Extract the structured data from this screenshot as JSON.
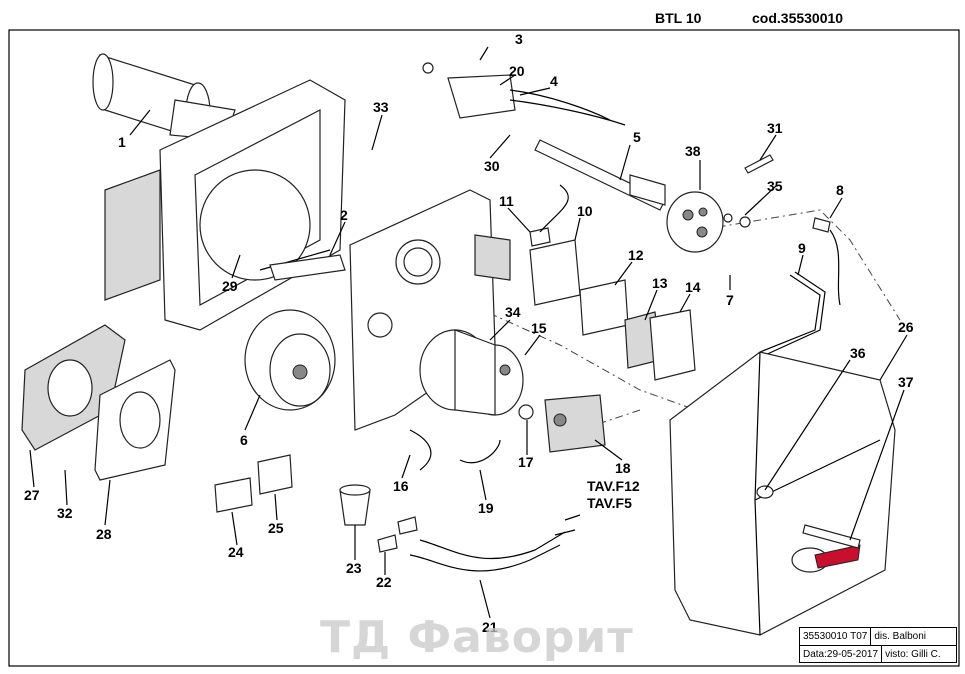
{
  "header": {
    "model": "BTL 10",
    "code": "cod.35530010"
  },
  "callouts": [
    {
      "id": "c1",
      "label": "1"
    },
    {
      "id": "c2",
      "label": "2"
    },
    {
      "id": "c3",
      "label": "3"
    },
    {
      "id": "c4",
      "label": "4"
    },
    {
      "id": "c5",
      "label": "5"
    },
    {
      "id": "c6",
      "label": "6"
    },
    {
      "id": "c7",
      "label": "7"
    },
    {
      "id": "c8",
      "label": "8"
    },
    {
      "id": "c9",
      "label": "9"
    },
    {
      "id": "c10",
      "label": "10"
    },
    {
      "id": "c11",
      "label": "11"
    },
    {
      "id": "c12",
      "label": "12"
    },
    {
      "id": "c13",
      "label": "13"
    },
    {
      "id": "c14",
      "label": "14"
    },
    {
      "id": "c15",
      "label": "15"
    },
    {
      "id": "c16",
      "label": "16"
    },
    {
      "id": "c17",
      "label": "17"
    },
    {
      "id": "c18",
      "label": "18"
    },
    {
      "id": "c19",
      "label": "19"
    },
    {
      "id": "c20",
      "label": "20"
    },
    {
      "id": "c21",
      "label": "21"
    },
    {
      "id": "c22",
      "label": "22"
    },
    {
      "id": "c23",
      "label": "23"
    },
    {
      "id": "c24",
      "label": "24"
    },
    {
      "id": "c25",
      "label": "25"
    },
    {
      "id": "c26",
      "label": "26"
    },
    {
      "id": "c27",
      "label": "27"
    },
    {
      "id": "c28",
      "label": "28"
    },
    {
      "id": "c29",
      "label": "29"
    },
    {
      "id": "c30",
      "label": "30"
    },
    {
      "id": "c31",
      "label": "31"
    },
    {
      "id": "c32",
      "label": "32"
    },
    {
      "id": "c33",
      "label": "33"
    },
    {
      "id": "c34",
      "label": "34"
    },
    {
      "id": "c35",
      "label": "35"
    },
    {
      "id": "c36",
      "label": "36"
    },
    {
      "id": "c37",
      "label": "37"
    },
    {
      "id": "c38",
      "label": "38"
    }
  ],
  "pump_variants": [
    "TAV.F12",
    "TAV.F5"
  ],
  "title_block": {
    "drawing_no": "35530010 T07",
    "drawn_by": "dis. Balboni",
    "date": "Data:29-05-2017",
    "checked_by": "visto: Gilli C."
  },
  "watermark": "ТД Фаворит"
}
